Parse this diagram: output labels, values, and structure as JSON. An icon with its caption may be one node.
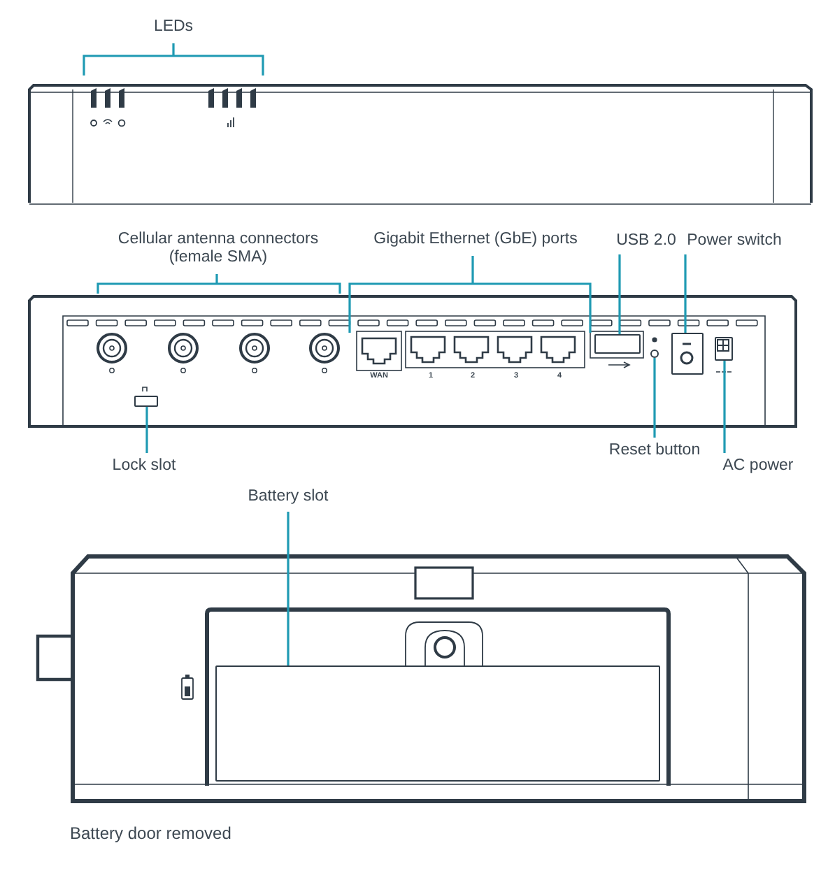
{
  "diagram": {
    "nodes": [
      {
        "text": [
          "Lock slot"
        ]
      },
      {
        "text": [],
        "shape": "box"
      },
      {
        "text": [
          "USB 2.0"
        ]
      },
      {
        "text": [],
        "shape": "box"
      },
      {
        "text": [
          "Power switch"
        ]
      },
      {
        "text": [],
        "shape": "box"
      },
      {
        "text": [
          "Reset button"
        ]
      },
      {
        "text": [],
        "shape": "circle"
      },
      {
        "text": [
          "AC power"
        ]
      },
      {
        "text": [],
        "shape": "box"
      },
      {
        "text": [
          "Battery slot"
        ]
      },
      {
        "text": [],
        "shape": "box"
      }
    ],
    "edges": [
      {
        "from": 0,
        "to": 1,
        "arrow": "none"
      },
      {
        "from": 2,
        "to": 3,
        "arrow": "none"
      },
      {
        "from": 4,
        "to": 5,
        "arrow": "none"
      },
      {
        "from": 6,
        "to": 7,
        "arrow": "none"
      },
      {
        "from": 8,
        "to": 9,
        "arrow": "none"
      },
      {
        "from": 10,
        "to": 11,
        "arrow": "none"
      }
    ],
    "labels": [
      "LEDs",
      "Cellular antenna connectors (female SMA)",
      "Gigabit Ethernet (GbE) ports",
      "WAN",
      "1",
      "2",
      "3",
      "4",
      "Battery door removed"
    ]
  }
}
